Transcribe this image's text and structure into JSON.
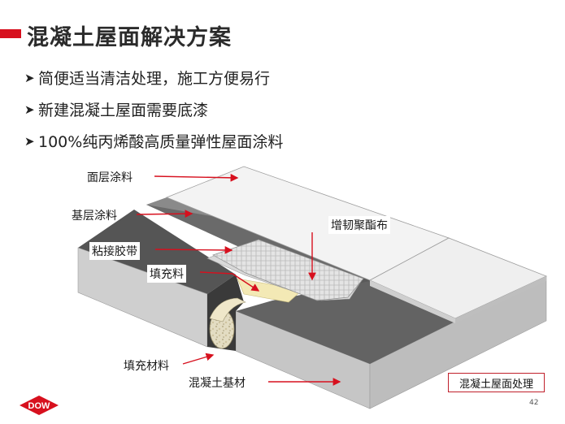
{
  "slide": {
    "title": "混凝土屋面解决方案",
    "bullets": [
      {
        "marker": "➤",
        "text": "简便适当清洁处理，施工方便易行"
      },
      {
        "marker": "➤",
        "text": "新建混凝土屋面需要底漆"
      },
      {
        "marker": "➤",
        "text": "100%纯丙烯酸高质量弹性屋面涂料"
      }
    ],
    "caption": "混凝土屋面处理",
    "page_number": "42",
    "logo_text": "DOW"
  },
  "diagram": {
    "labels": {
      "top_coat": "面层涂料",
      "base_coat": "基层涂料",
      "polyester_fabric": "增韧聚酯布",
      "adhesive_tape": "粘接胶带",
      "filler": "填充料",
      "filler_material": "填充材料",
      "concrete_substrate": "混凝土基材"
    }
  },
  "colors": {
    "brand_red": "#d7101e",
    "concrete_top": "#5e5e5e",
    "concrete_side": "#c9c9c9",
    "coating_white": "#efefef"
  }
}
